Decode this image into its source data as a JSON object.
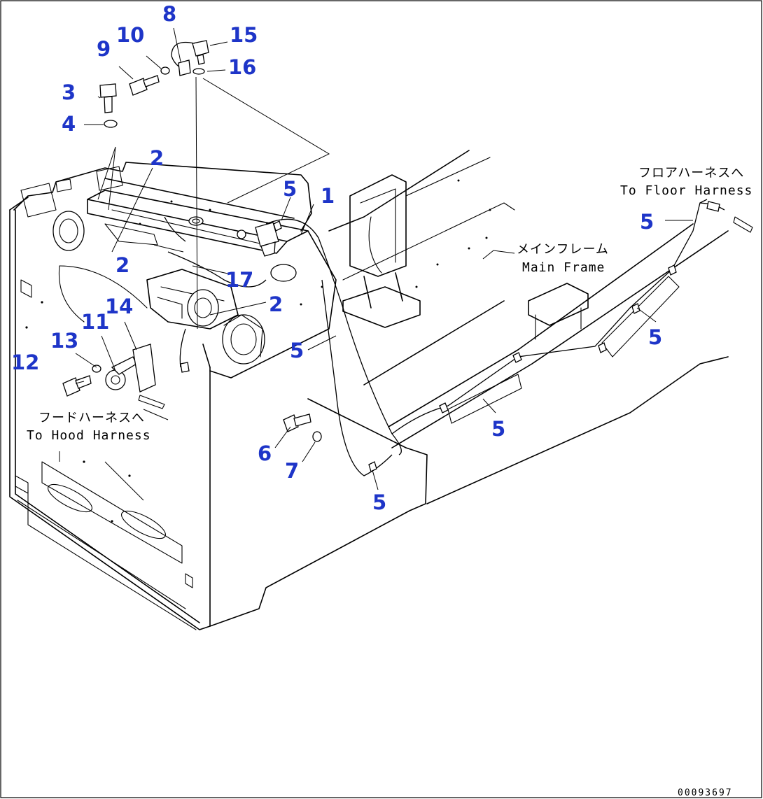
{
  "callouts": [
    "1",
    "2",
    "3",
    "4",
    "5",
    "6",
    "7",
    "8",
    "9",
    "10",
    "11",
    "12",
    "13",
    "14",
    "15",
    "16",
    "17"
  ],
  "notes": {
    "floor_jp": "フロアハーネスへ",
    "floor_en": "To Floor Harness",
    "frame_jp": "メインフレーム",
    "frame_en": "Main Frame",
    "hood_jp": "フードハーネスへ",
    "hood_en": "To Hood Harness"
  },
  "drawing_number": "00093697",
  "colors": {
    "callout": "#1e35c8",
    "line": "#000000",
    "background": "#ffffff"
  }
}
